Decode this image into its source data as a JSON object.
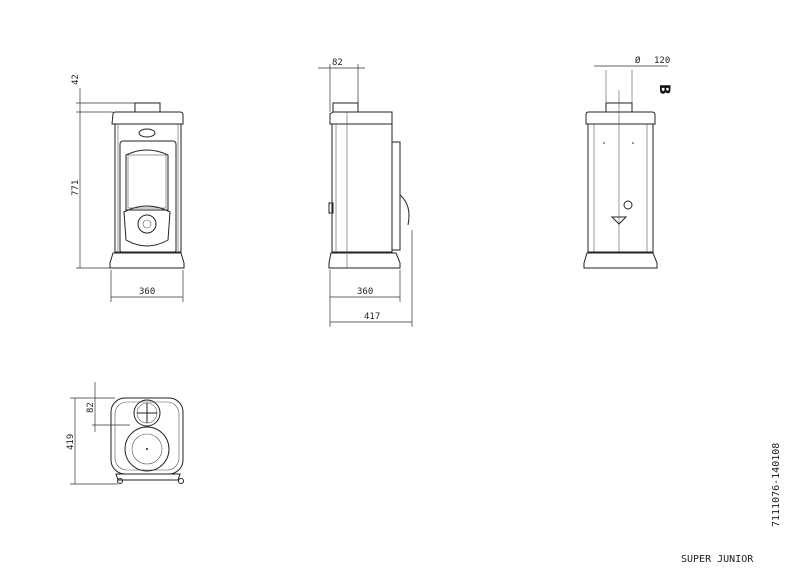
{
  "views": {
    "front": {
      "height_flue": "42",
      "height_body": "771",
      "width": "360"
    },
    "side": {
      "flue_offset": "82",
      "width": "360",
      "depth": "417"
    },
    "back": {
      "flue_diameter_symbol": "Ø",
      "flue_diameter": "120",
      "marker": "B"
    },
    "top": {
      "flue_offset": "82",
      "depth": "419"
    }
  },
  "drawing_code": "7111076-140108",
  "model_name": "SUPER JUNIOR"
}
